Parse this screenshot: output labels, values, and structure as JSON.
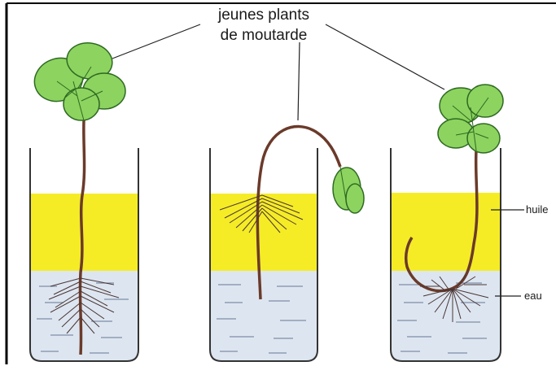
{
  "labels": {
    "title_line1": "jeunes plants",
    "title_line2": "de moutarde",
    "oil": "huile",
    "water": "eau"
  },
  "colors": {
    "oil": "#f5ec26",
    "water": "#dde6f0",
    "leaf": "#8dd35f",
    "leaf_edge": "#2e6a22",
    "stem": "#6b3a2a",
    "root": "#4a3535",
    "beaker": "#333333"
  }
}
